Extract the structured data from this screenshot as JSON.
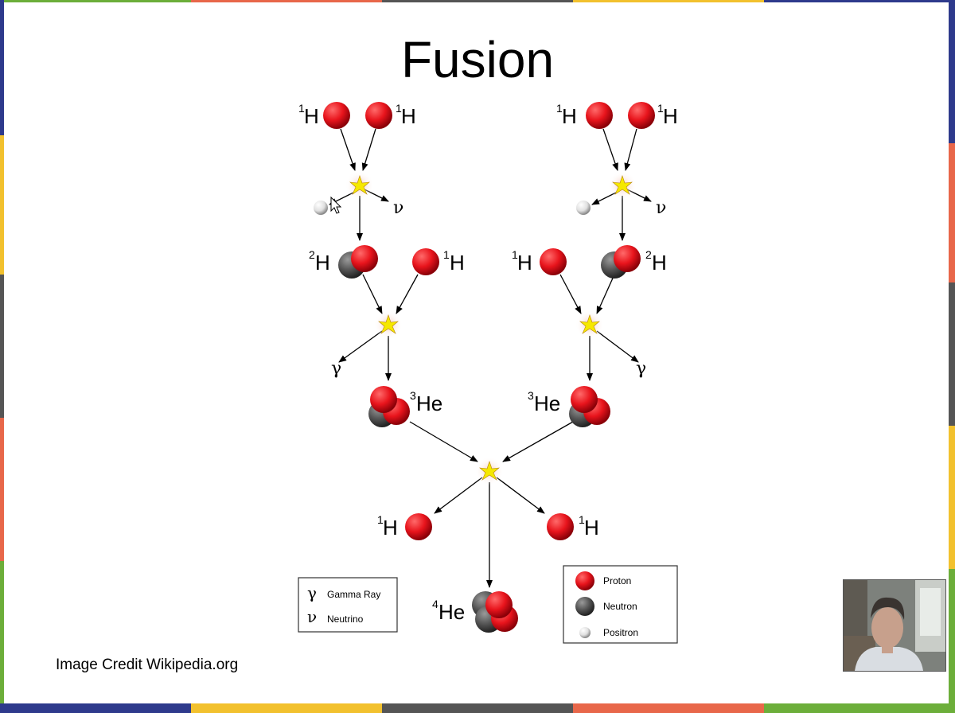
{
  "slide": {
    "title": "Fusion",
    "credit": "Image Credit Wikipedia.org"
  },
  "diagram": {
    "labels": {
      "h1": "H",
      "h1_sup": "1",
      "h2": "H",
      "h2_sup": "2",
      "he3": "He",
      "he3_sup": "3",
      "he4": "He",
      "he4_sup": "4",
      "gamma": "γ",
      "nu": "ν"
    },
    "legend_left": [
      {
        "symbol": "γ",
        "label": "Gamma Ray"
      },
      {
        "symbol": "ν",
        "label": "Neutrino"
      }
    ],
    "legend_right": [
      {
        "label": "Proton"
      },
      {
        "label": "Neutron"
      },
      {
        "label": "Positron"
      }
    ],
    "colors": {
      "proton": "#e8141c",
      "neutron": "#555555",
      "positron": "#e0e0e0",
      "burst": "#f5e800"
    }
  },
  "border_colors": [
    "#2e3a8c",
    "#f2c12e",
    "#6cae3a",
    "#e8674a",
    "#555555"
  ]
}
